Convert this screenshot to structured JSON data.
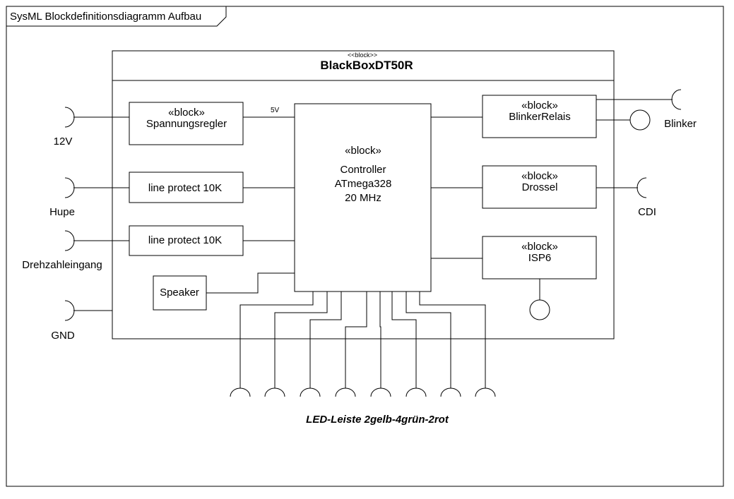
{
  "frame": {
    "title": "SysML Blockdefinitionsdiagramm Aufbau"
  },
  "outer_block": {
    "stereotype": "<<block>>",
    "name": "BlackBoxDT50R"
  },
  "blocks": {
    "spannungsregler": {
      "stereotype": "«block»",
      "name": "Spannungsregler"
    },
    "line_protect_1": {
      "name": "line protect 10K"
    },
    "line_protect_2": {
      "name": "line protect 10K"
    },
    "speaker": {
      "name": "Speaker"
    },
    "controller": {
      "stereotype": "«block»",
      "line1": "Controller",
      "line2": "ATmega328",
      "line3": "20 MHz"
    },
    "blinker_relais": {
      "stereotype": "«block»",
      "name": "BlinkerRelais"
    },
    "drossel": {
      "stereotype": "«block»",
      "name": "Drossel"
    },
    "isp6": {
      "stereotype": "«block»",
      "name": "ISP6"
    }
  },
  "connections": {
    "voltage_label": "5V"
  },
  "ports": {
    "v12": "12V",
    "hupe": "Hupe",
    "drehzahl": "Drehzahleingang",
    "gnd": "GND",
    "blinker": "Blinker",
    "cdi": "CDI"
  },
  "led_caption": "LED-Leiste 2gelb-4grün-2rot"
}
